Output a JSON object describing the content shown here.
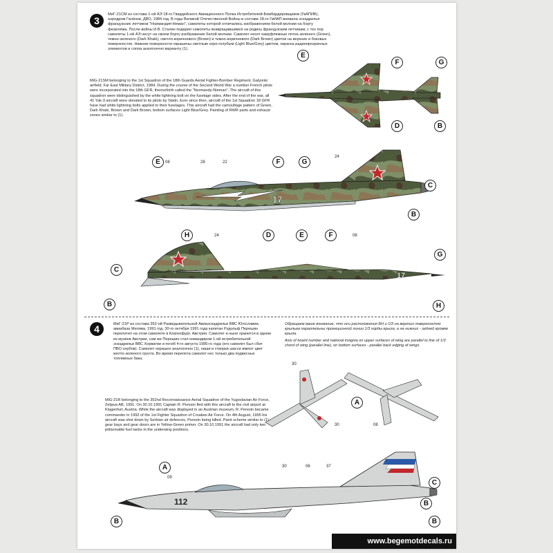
{
  "section3": {
    "number": "3",
    "ru_text": "МиГ-21СМ из состава 1-ой АЭ 18-го Гвардейского Авиационного Полка Истребителей-Бомбардировщиков (ГвАПИБ), аэродром Галёнки, ДВО, 1984 год. В годы Великой Отечественной Войны в составе 18-го ГвИАП воевала эскадрилья французских летчиков \"Нормандия-Неман\", самолеты которой отличались изображением белой молнии на борту фюзеляжа. После войны И.В. Сталин подарил самолеты возвращавшимся на родину французским летчикам, с тех пор самолеты 1-ой АЭ несут на своем борту изображение белой молнии. Самолет несет камуфляжные пятна зеленого (Green), темно-зеленого (Dark Khaki), светло-коричневого (Brown) и темно-коричневого (Dark Brown) цветов на верхних и боковых поверхностях. Нижние поверхности окрашены светлым серо-голубым (Light Blue/Grey) цветом, окраска радиопрозрачных элементов и сопла аналогично варианту (1).",
    "en_text": "MiG-21SM belonging to the 1st Squadron of the 18th Guards Aerial Fighter-Bomber Regiment, Galyonki airfield, Far East Military District, 1984. During the course of the Second World War a number French pilots were incorporated into the 18th GFR, thenceforth called the \"Normandy-Nieman\". The aircraft of this squadron were distinguished by the white lightning bolt on the fuselage sides. After the end of the war, all 41 Yak-3 aircraft were donated to its pilots by Stalin. Ever since then, aircraft of the 1st Squadron 18 GFR have had white lightning bolts applied to their fuselages. This aircraft had the camouflage pattern of Green, Dark Khaki, Brown and Dark Brown, bottom surfaces Light Blue/Grey. Painting of RWR parts and exhaust zones similar to (1).",
    "side_number": "17",
    "top_view_callouts": [
      "E",
      "F",
      "G",
      "D",
      "B"
    ],
    "top_view_numbers": [
      "24"
    ],
    "side_view_callouts": [
      "E",
      "F",
      "G",
      "C",
      "B",
      "H"
    ],
    "side_view_numbers": [
      "08",
      "28",
      "22"
    ],
    "underside_callouts": [
      "H",
      "D",
      "E",
      "F",
      "G",
      "C",
      "B",
      "H"
    ],
    "underside_numbers": [
      "24",
      "08"
    ]
  },
  "section4": {
    "number": "4",
    "ru_text": "МиГ-21Р из состава 352-ой Разведывательной Авиаэскадрильи ВВС Югославии, авиабаза Желява, 1991 год. 30-го октября 1991 года капитан Рудольф Перешин перелетел на этом самолете в Клагенфурт, Австрия. Самолет и ныне хранится в одном из музеев Австрии, сам же Перешин стал командиром 1-ой истребительной эскадрильи ВВС Хорватии и погиб 4-го августа 1995-го года (его самолет был сбит ПВО сербов). Самолет окрашен аналогично (1), ниши и створки шасси имеют цвет желто-зеленого грунта. Во время перелета самолет нес только два подвесных топливных бака.",
    "en_text": "MiG-21R belonging to the 352nd Reconnaissance Aerial Squadron of the Yugoslavian Air Force, Zeljava AB, 1991. On 30.10.1991 Captain R. Peresin fled with this aircraft to the civil airport at Klagenfurt, Austria. While the aircraft was displayed in an Austrian museum, R. Peresin became commander in 1992 of the 1st Fighter Squadron of Croatian Air Force. On 4th August, 1995 his aircraft was shot down by Serbian air defences, Peresin being killed. Paint scheme similar to (1), gear bays and gear doors are in Yellow-Green primer. On 30.10.1991 the aircraft had only two jettisonable fuel tanks in the underwing positions.",
    "note_ru": "Обращаем ваше внимание, что оси расположения БН и ОЗ на верхних поверхностях крыльев параллельны проекционной линии 1/3 хорды крыла, а на нижних - задней кромке крыла.",
    "note_en": "Axis of board number and national insignia on upper surfaces of wing are parallel to line of 1/3 chord of wing (parallel line), on bottom surfaces - parallel back edging of wings.",
    "side_number": "112",
    "plan_callouts": [
      "A"
    ],
    "plan_numbers": [
      "30",
      "30",
      "08"
    ],
    "side_view_callouts": [
      "A",
      "C",
      "B",
      "B",
      "B"
    ],
    "side_view_numbers": [
      "09",
      "30",
      "06",
      "37"
    ]
  },
  "footer": {
    "url": "www.begemotdecals.ru"
  },
  "colors": {
    "green": "#7f8f68",
    "dark_khaki": "#4e5a3c",
    "brown": "#8c7655",
    "dark_brown": "#4a3b2c",
    "light_blue_grey": "#c9ced0",
    "silver": "#d4d6d6"
  }
}
